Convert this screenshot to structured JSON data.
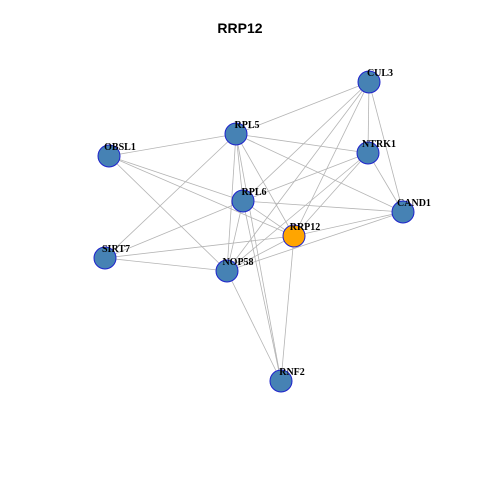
{
  "title": "RRP12",
  "colors": {
    "node": "#4682B4",
    "node_stroke": "#1E22CC",
    "focus": "#FFA500",
    "edge": "#B4B4B4"
  },
  "nodes": [
    {
      "id": "CUL3",
      "label": "CUL3",
      "focus": false
    },
    {
      "id": "RPL5",
      "label": "RPL5",
      "focus": false
    },
    {
      "id": "OBSL1",
      "label": "OBSL1",
      "focus": false
    },
    {
      "id": "NTRK1",
      "label": "NTRK1",
      "focus": false
    },
    {
      "id": "RPL6",
      "label": "RPL6",
      "focus": false
    },
    {
      "id": "CAND1",
      "label": "CAND1",
      "focus": false
    },
    {
      "id": "RRP12",
      "label": "RRP12",
      "focus": true
    },
    {
      "id": "SIRT7",
      "label": "SIRT7",
      "focus": false
    },
    {
      "id": "NOP58",
      "label": "NOP58",
      "focus": false
    },
    {
      "id": "RNF2",
      "label": "RNF2",
      "focus": false
    }
  ],
  "edges": [
    [
      "CUL3",
      "RPL5"
    ],
    [
      "CUL3",
      "NTRK1"
    ],
    [
      "CUL3",
      "CAND1"
    ],
    [
      "CUL3",
      "RRP12"
    ],
    [
      "CUL3",
      "RPL6"
    ],
    [
      "CUL3",
      "NOP58"
    ],
    [
      "RPL5",
      "OBSL1"
    ],
    [
      "RPL5",
      "NTRK1"
    ],
    [
      "RPL5",
      "RPL6"
    ],
    [
      "RPL5",
      "CAND1"
    ],
    [
      "RPL5",
      "RRP12"
    ],
    [
      "RPL5",
      "SIRT7"
    ],
    [
      "RPL5",
      "NOP58"
    ],
    [
      "RPL5",
      "RNF2"
    ],
    [
      "OBSL1",
      "RPL6"
    ],
    [
      "OBSL1",
      "RRP12"
    ],
    [
      "OBSL1",
      "NOP58"
    ],
    [
      "NTRK1",
      "RPL6"
    ],
    [
      "NTRK1",
      "CAND1"
    ],
    [
      "NTRK1",
      "RRP12"
    ],
    [
      "NTRK1",
      "NOP58"
    ],
    [
      "RPL6",
      "CAND1"
    ],
    [
      "RPL6",
      "RRP12"
    ],
    [
      "RPL6",
      "SIRT7"
    ],
    [
      "RPL6",
      "NOP58"
    ],
    [
      "RPL6",
      "RNF2"
    ],
    [
      "CAND1",
      "RRP12"
    ],
    [
      "CAND1",
      "NOP58"
    ],
    [
      "RRP12",
      "SIRT7"
    ],
    [
      "RRP12",
      "NOP58"
    ],
    [
      "RRP12",
      "RNF2"
    ],
    [
      "SIRT7",
      "NOP58"
    ],
    [
      "NOP58",
      "RNF2"
    ]
  ]
}
